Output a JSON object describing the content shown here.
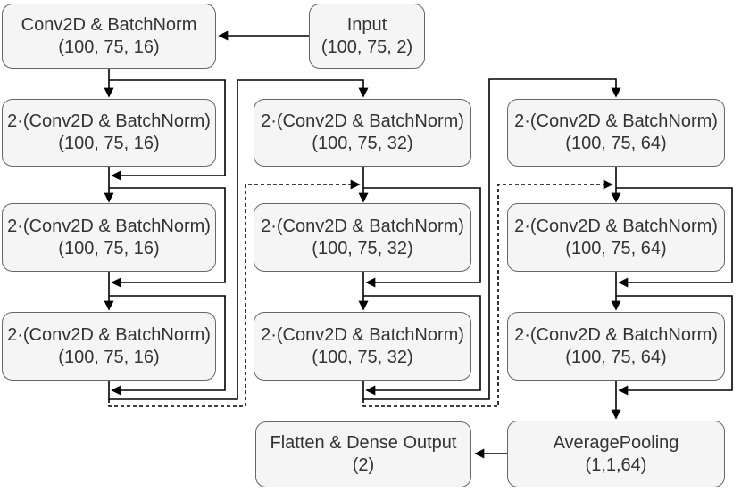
{
  "diagram": {
    "type": "neural-network-architecture",
    "colors": {
      "background": "#ffffff",
      "box_fill": "#f5f5f5",
      "box_border": "#666666",
      "line": "#000000",
      "text": "#333333"
    },
    "nodes": {
      "input": {
        "title": "Input",
        "shape": "(100, 75, 2)"
      },
      "conv": {
        "title": "Conv2D & BatchNorm",
        "shape": "(100, 75, 16)"
      },
      "l1": {
        "title": "2·(Conv2D & BatchNorm)",
        "shape": "(100, 75, 16)"
      },
      "l2": {
        "title": "2·(Conv2D & BatchNorm)",
        "shape": "(100, 75, 16)"
      },
      "l3": {
        "title": "2·(Conv2D & BatchNorm)",
        "shape": "(100, 75, 16)"
      },
      "m1": {
        "title": "2·(Conv2D & BatchNorm)",
        "shape": "(100, 75, 32)"
      },
      "m2": {
        "title": "2·(Conv2D & BatchNorm)",
        "shape": "(100, 75, 32)"
      },
      "m3": {
        "title": "2·(Conv2D & BatchNorm)",
        "shape": "(100, 75, 32)"
      },
      "r1": {
        "title": "2·(Conv2D & BatchNorm)",
        "shape": "(100, 75, 64)"
      },
      "r2": {
        "title": "2·(Conv2D & BatchNorm)",
        "shape": "(100, 75, 64)"
      },
      "r3": {
        "title": "2·(Conv2D & BatchNorm)",
        "shape": "(100, 75, 64)"
      },
      "avgpool": {
        "title": "AveragePooling",
        "shape": "(1,1,64)"
      },
      "flatten": {
        "title": "Flatten & Dense Output",
        "shape": "(2)"
      }
    }
  }
}
